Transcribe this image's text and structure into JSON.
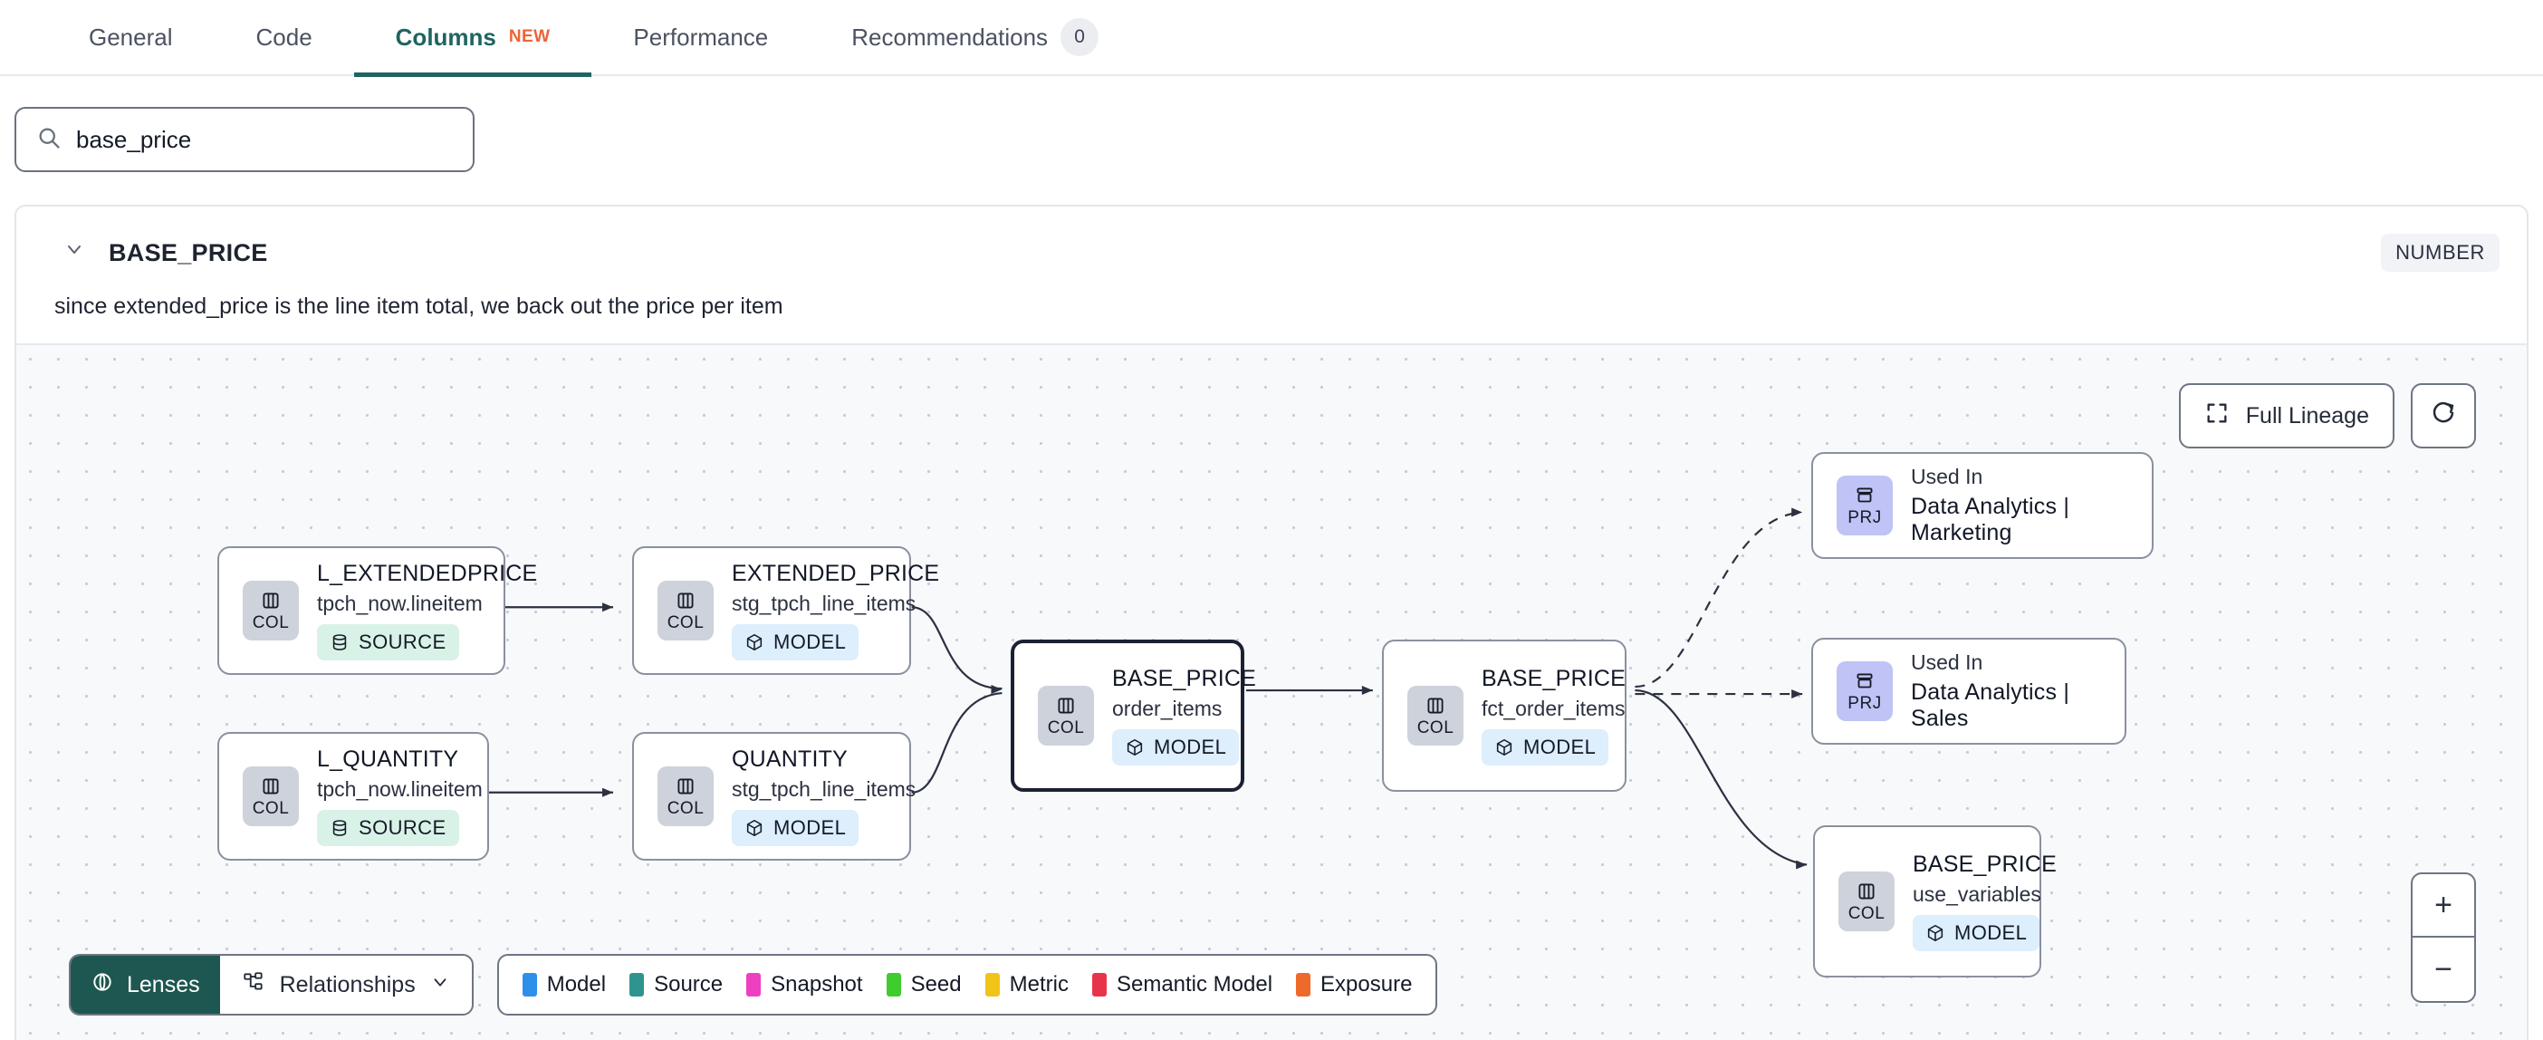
{
  "tabs": [
    {
      "label": "General",
      "active": false
    },
    {
      "label": "Code",
      "active": false
    },
    {
      "label": "Columns",
      "active": true,
      "badge": "NEW"
    },
    {
      "label": "Performance",
      "active": false
    },
    {
      "label": "Recommendations",
      "active": false,
      "count": "0"
    }
  ],
  "search": {
    "value": "base_price",
    "placeholder": "Search columns",
    "icon": "search-icon"
  },
  "column": {
    "name": "BASE_PRICE",
    "type": "NUMBER",
    "description": "since extended_price is the line item total, we back out the price per item",
    "chevron": "chevron-down-icon"
  },
  "controls": {
    "full_lineage": "Full Lineage",
    "full_lineage_icon": "expand-icon",
    "refresh_icon": "refresh-icon",
    "zoom_in": "+",
    "zoom_out": "−"
  },
  "bottom": {
    "lenses": "Lenses",
    "lenses_icon": "lens-icon",
    "relationships": "Relationships",
    "relationships_icon": "relationships-icon",
    "chevron": "chevron-down-icon",
    "legend": [
      {
        "label": "Model",
        "color": "#2e90e8"
      },
      {
        "label": "Source",
        "color": "#2f9490"
      },
      {
        "label": "Snapshot",
        "color": "#ee3fc0"
      },
      {
        "label": "Seed",
        "color": "#3fcc2f"
      },
      {
        "label": "Metric",
        "color": "#f0c419"
      },
      {
        "label": "Semantic Model",
        "color": "#e8344a"
      },
      {
        "label": "Exposure",
        "color": "#ef6a2a"
      }
    ]
  },
  "graph": {
    "nodes": [
      {
        "id": "n1",
        "kind": "col",
        "badge": "COL",
        "title": "L_EXTENDEDPRICE",
        "sub": "tpch_now.lineitem",
        "pill": "SOURCE",
        "pill_type": "source",
        "selected": false
      },
      {
        "id": "n2",
        "kind": "col",
        "badge": "COL",
        "title": "L_QUANTITY",
        "sub": "tpch_now.lineitem",
        "pill": "SOURCE",
        "pill_type": "source",
        "selected": false
      },
      {
        "id": "n3",
        "kind": "col",
        "badge": "COL",
        "title": "EXTENDED_PRICE",
        "sub": "stg_tpch_line_items",
        "pill": "MODEL",
        "pill_type": "model",
        "selected": false
      },
      {
        "id": "n4",
        "kind": "col",
        "badge": "COL",
        "title": "QUANTITY",
        "sub": "stg_tpch_line_items",
        "pill": "MODEL",
        "pill_type": "model",
        "selected": false
      },
      {
        "id": "n5",
        "kind": "col",
        "badge": "COL",
        "title": "BASE_PRICE",
        "sub": "order_items",
        "pill": "MODEL",
        "pill_type": "model",
        "selected": true
      },
      {
        "id": "n6",
        "kind": "col",
        "badge": "COL",
        "title": "BASE_PRICE",
        "sub": "fct_order_items",
        "pill": "MODEL",
        "pill_type": "model",
        "selected": false
      },
      {
        "id": "n7",
        "kind": "prj",
        "badge": "PRJ",
        "title": "Used In",
        "sub": "Data Analytics | Marketing",
        "selected": false
      },
      {
        "id": "n8",
        "kind": "prj",
        "badge": "PRJ",
        "title": "Used In",
        "sub": "Data Analytics | Sales",
        "selected": false
      },
      {
        "id": "n9",
        "kind": "col",
        "badge": "COL",
        "title": "BASE_PRICE",
        "sub": "use_variables",
        "pill": "MODEL",
        "pill_type": "model",
        "selected": false
      }
    ]
  }
}
